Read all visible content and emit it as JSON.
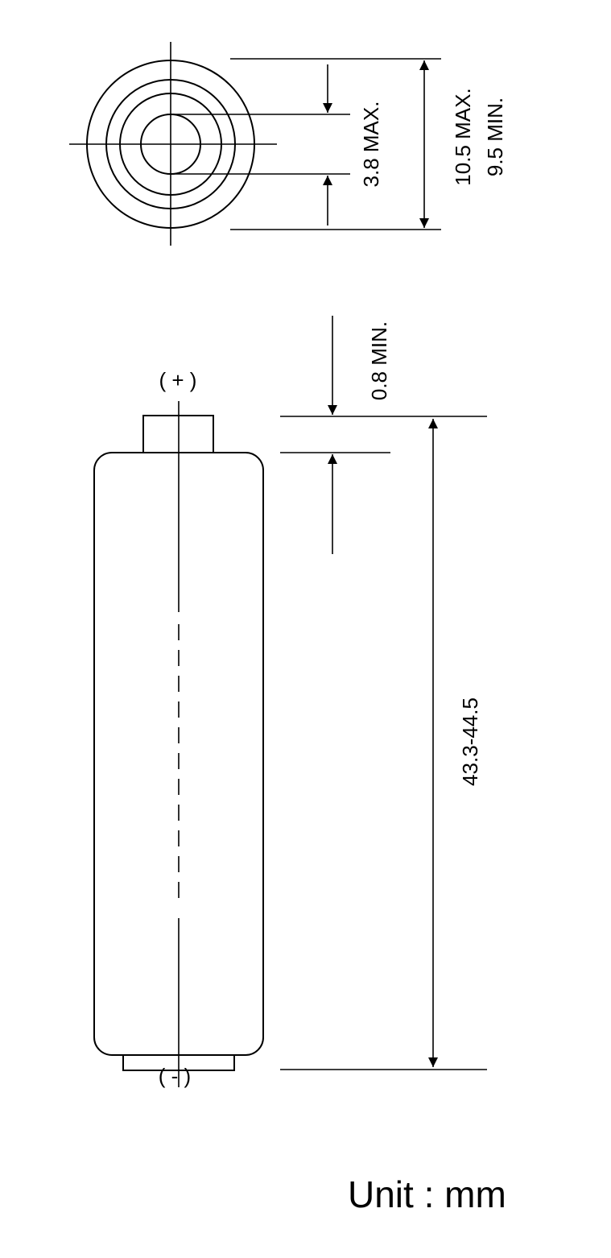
{
  "top_view": {
    "terminal_dim": "3.8 MAX.",
    "diameter_max": "10.5 MAX.",
    "diameter_min": "9.5 MIN."
  },
  "side_view": {
    "positive_label": "( + )",
    "negative_label": "( - )",
    "terminal_height": "0.8 MIN.",
    "length": "43.3-44.5"
  },
  "footer": {
    "unit": "Unit : mm"
  }
}
